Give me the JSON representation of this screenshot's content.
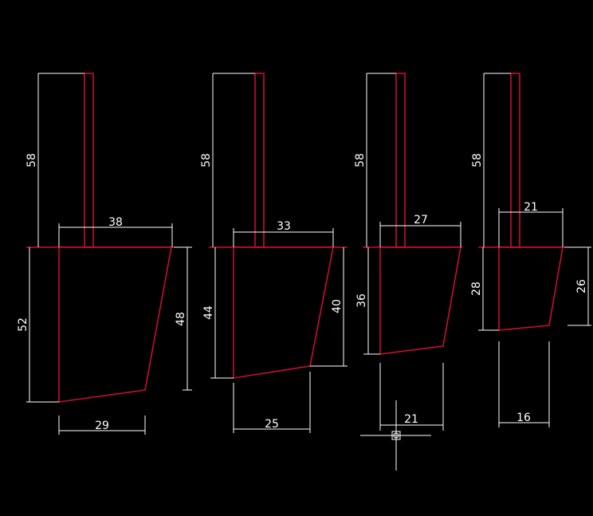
{
  "colors": {
    "background": "#000000",
    "part_outline": "#c8102e",
    "dimension_line": "#ffffff",
    "dimension_text": "#ffffff"
  },
  "cursor_icon": "crosshair-cursor-icon",
  "shapes": [
    {
      "id": "shape-1",
      "stem_height": "58",
      "top_width": "38",
      "left_height": "52",
      "right_height": "48",
      "bottom_width": "29"
    },
    {
      "id": "shape-2",
      "stem_height": "58",
      "top_width": "33",
      "left_height": "44",
      "right_height": "40",
      "bottom_width": "25"
    },
    {
      "id": "shape-3",
      "stem_height": "58",
      "top_width": "27",
      "left_height": "36",
      "right_height": "",
      "bottom_width": "21"
    },
    {
      "id": "shape-4",
      "stem_height": "58",
      "top_width": "21",
      "left_height": "28",
      "right_height": "26",
      "bottom_width": "16"
    }
  ]
}
